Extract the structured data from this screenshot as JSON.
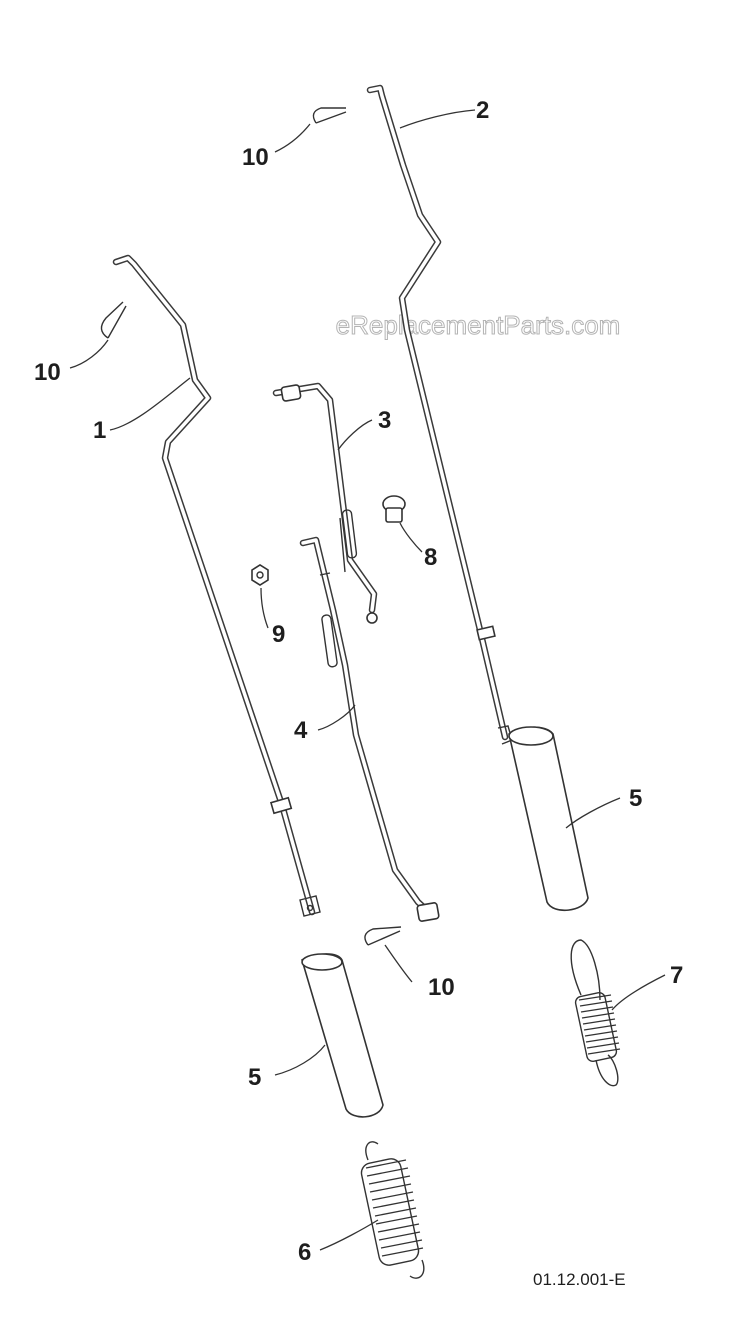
{
  "watermark": "eReplacementParts.com",
  "drawing_reference": "01.12.001-E",
  "callouts": {
    "rod_1": "1",
    "rod_2": "2",
    "link_3": "3",
    "link_4": "4",
    "grip_5_upper": "5",
    "grip_5_lower": "5",
    "spring_6": "6",
    "spring_7": "7",
    "bolt_8": "8",
    "nut_9": "9",
    "pin_10_top": "10",
    "pin_10_left": "10",
    "pin_10_bottom": "10"
  }
}
